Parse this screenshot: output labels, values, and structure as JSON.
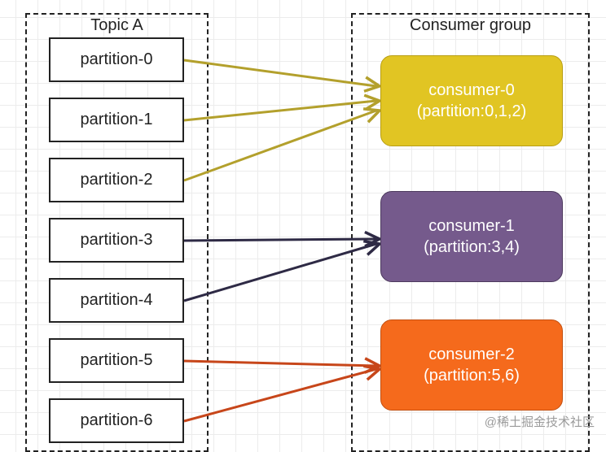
{
  "topic": {
    "title": "Topic A",
    "partitions": [
      "partition-0",
      "partition-1",
      "partition-2",
      "partition-3",
      "partition-4",
      "partition-5",
      "partition-6"
    ]
  },
  "consumer_group": {
    "title": "Consumer group",
    "consumers": [
      {
        "name": "consumer-0",
        "partitions": "(partition:0,1,2)",
        "color": "#e1c523"
      },
      {
        "name": "consumer-1",
        "partitions": "(partition:3,4)",
        "color": "#755a8c"
      },
      {
        "name": "consumer-2",
        "partitions": "(partition:5,6)",
        "color": "#f56a1c"
      }
    ]
  },
  "edges": [
    {
      "from": "partition-0",
      "to": "consumer-0",
      "color": "#b3a02c"
    },
    {
      "from": "partition-1",
      "to": "consumer-0",
      "color": "#b3a02c"
    },
    {
      "from": "partition-2",
      "to": "consumer-0",
      "color": "#b3a02c"
    },
    {
      "from": "partition-3",
      "to": "consumer-1",
      "color": "#2e2a45"
    },
    {
      "from": "partition-4",
      "to": "consumer-1",
      "color": "#2e2a45"
    },
    {
      "from": "partition-5",
      "to": "consumer-2",
      "color": "#c7461a"
    },
    {
      "from": "partition-6",
      "to": "consumer-2",
      "color": "#c7461a"
    }
  ],
  "watermark": "@稀土掘金技术社区"
}
